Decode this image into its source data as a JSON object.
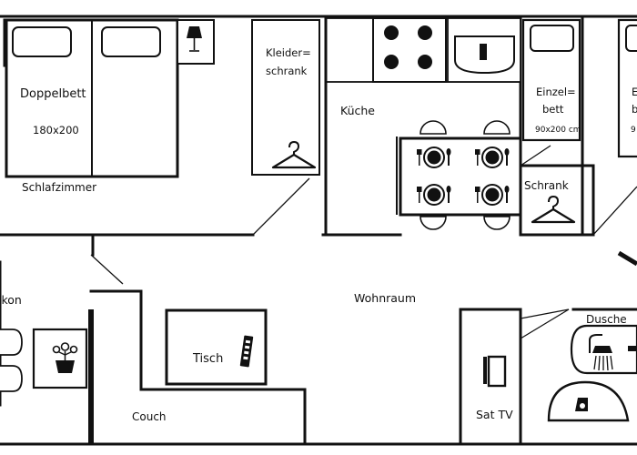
{
  "labels": {
    "doppelbett": "Doppelbett",
    "doppelbett_size": "180x200",
    "schlafzimmer": "Schlafzimmer",
    "kleiderschrank_1": "Kleider=",
    "kleiderschrank_2": "schrank",
    "kueche": "Küche",
    "einzelbett_1": "Einzel=",
    "einzelbett_2": "bett",
    "einzelbett_size": "90x200 cm",
    "einzelbett_cut_1": "E",
    "einzelbett_cut_2": "b",
    "einzelbett_cut_3": "9",
    "schrank": "Schrank",
    "balkon": "lkon",
    "wohnraum": "Wohnraum",
    "tisch": "Tisch",
    "couch": "Couch",
    "sat_tv": "Sat TV",
    "dusche": "Dusche"
  },
  "colors": {
    "wall": "#111111",
    "background": "#ffffff"
  },
  "icons": {
    "hanger": "hanger-icon",
    "lamp": "lamp-icon",
    "stove": "stove-icon",
    "sink": "sink-icon",
    "plate": "place-setting-icon",
    "flower": "flower-pot-icon",
    "remote": "remote-icon",
    "tv": "tv-icon",
    "shower": "shower-icon",
    "toilet": "toilet-icon"
  }
}
